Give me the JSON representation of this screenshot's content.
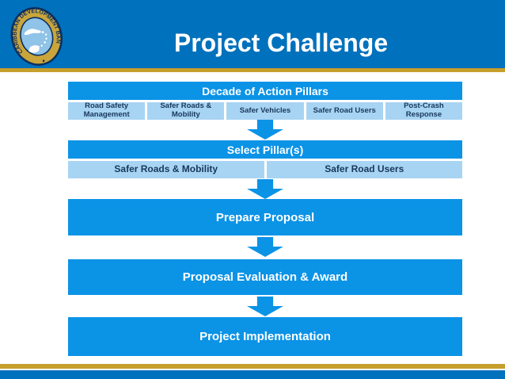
{
  "title": "Project Challenge",
  "logo": {
    "name": "Caribbean Development Bank seal",
    "ring_text": "CARIBBEAN DEVELOPMENT BANK"
  },
  "flow": {
    "step1": {
      "header": "Decade of Action Pillars",
      "cells": [
        "Road Safety Management",
        "Safer Roads & Mobility",
        "Safer Vehicles",
        "Safer Road Users",
        "Post-Crash Response"
      ]
    },
    "step2": {
      "header": "Select Pillar(s)",
      "cells": [
        "Safer Roads & Mobility",
        "Safer Road Users"
      ]
    },
    "step3": {
      "label": "Prepare Proposal"
    },
    "step4": {
      "label": "Proposal Evaluation & Award"
    },
    "step5": {
      "label": "Project Implementation"
    }
  },
  "colors": {
    "banner_blue": "#0071BC",
    "flow_blue": "#0B93E6",
    "light_blue": "#A8D4F3",
    "gold": "#C79F2C",
    "navy_text": "#17375D"
  }
}
